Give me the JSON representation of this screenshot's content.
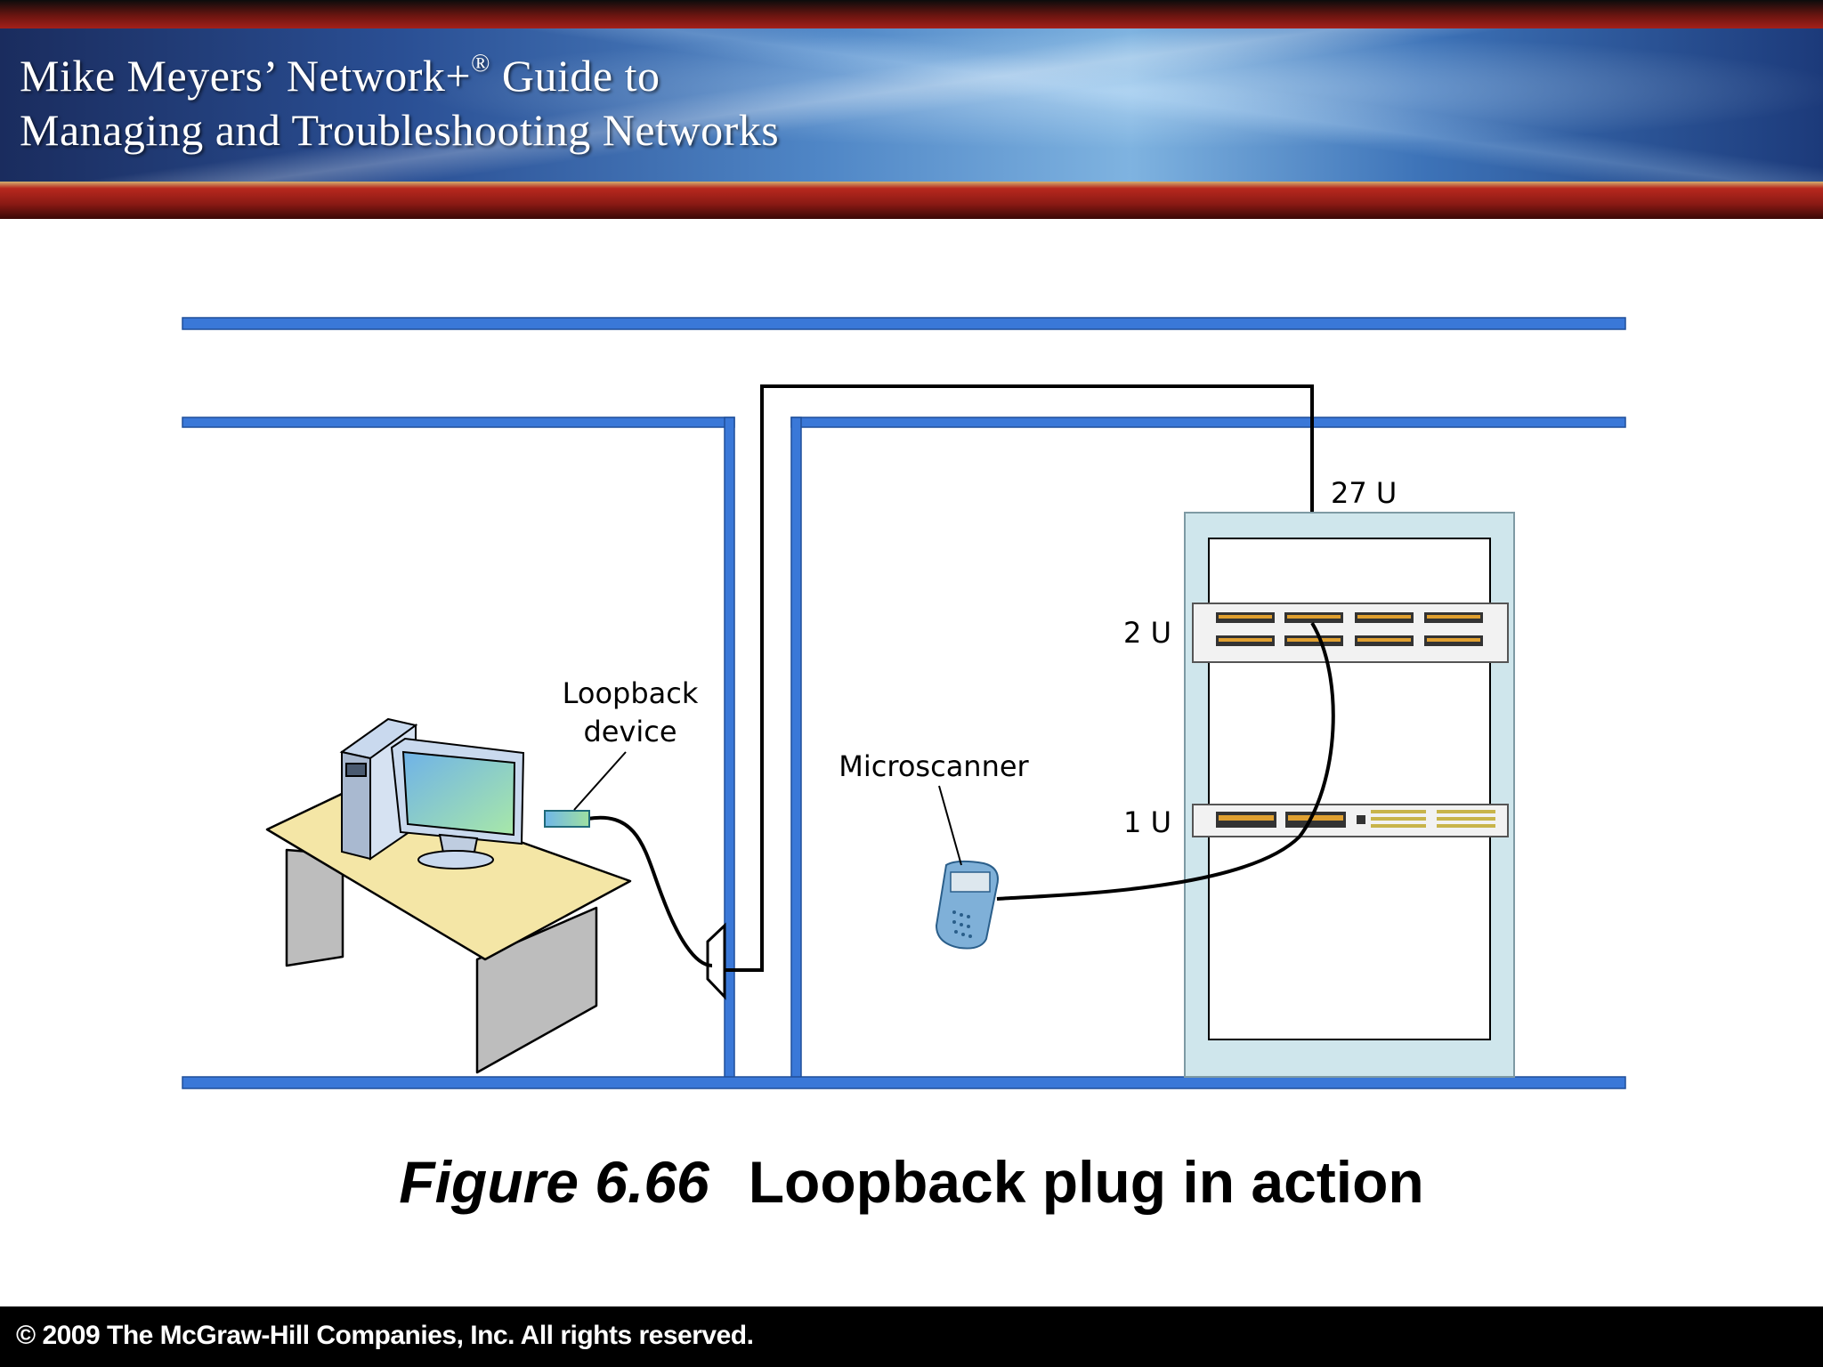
{
  "banner": {
    "line1_prefix": "Mike Meyers’ Network+",
    "line1_reg": "®",
    "line1_suffix": " Guide to",
    "line2": "Managing and Troubleshooting Networks"
  },
  "diagram": {
    "labels": {
      "loopback_line1": "Loopback",
      "loopback_line2": "device",
      "microscanner": "Microscanner",
      "rack_27u": "27 U",
      "rack_2u": "2 U",
      "rack_1u": "1 U"
    },
    "colors": {
      "wall": "#3a78d8",
      "rack": "#cfe6ec",
      "desk_top": "#f4e6a6",
      "desk_side": "#bdbdbd",
      "scanner": "#7fb0d8"
    }
  },
  "caption": {
    "figure_number": "Figure 6.66",
    "title": "Loopback plug in action"
  },
  "footer": {
    "copyright": "© 2009 The McGraw-Hill Companies, Inc. All rights reserved."
  }
}
